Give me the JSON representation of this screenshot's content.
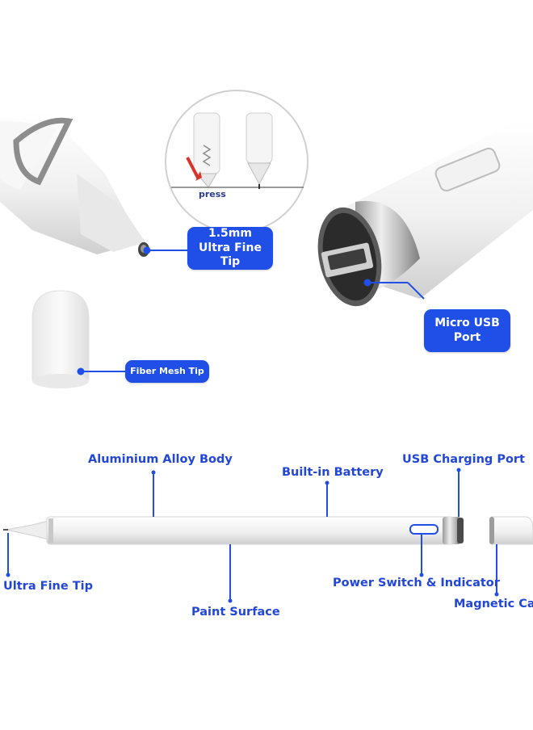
{
  "top": {
    "inset_caption": "press",
    "callouts": {
      "fine_tip": "1.5mm Ultra Fine Tip",
      "usb_port": "Micro USB Port",
      "fiber_tip": "Fiber Mesh Tip"
    }
  },
  "diagram": {
    "labels": {
      "body": "Aluminium Alloy Body",
      "battery": "Built-in Battery",
      "charging_port": "USB Charging Port",
      "tip": "Ultra Fine Tip",
      "power": "Power Switch & Indicator",
      "surface": "Paint Surface",
      "cap": "Magnetic Cap"
    }
  },
  "colors": {
    "accent": "#1f4fe6",
    "label_text": "#2146d8",
    "pen_body": "#f4f4f4"
  }
}
